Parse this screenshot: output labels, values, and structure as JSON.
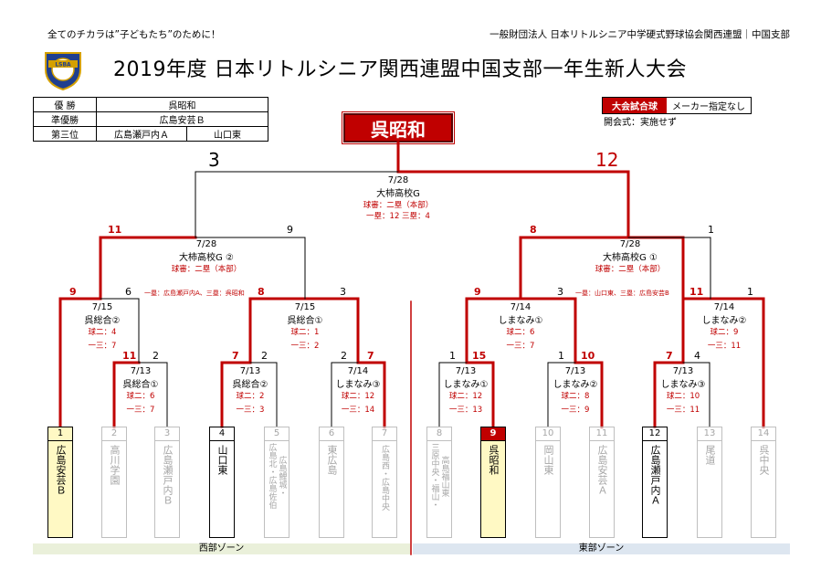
{
  "header": {
    "tagline": "全てのチカラは”子どもたち”のために！",
    "org": "一般財団法人 日本リトルシニア中学硬式野球協会関西連盟｜中国支部",
    "title": "2019年度 日本リトルシニア関西連盟中国支部一年生新人大会",
    "logo_text": "LSBA"
  },
  "results": {
    "l1": "優 勝",
    "v1": "呉昭和",
    "l2": "準優勝",
    "v2": "広島安芸Ｂ",
    "l3": "第三位",
    "v3a": "広島瀬戸内Ａ",
    "v3b": "山口東"
  },
  "ball": {
    "label": "大会試合球",
    "value": "メーカー指定なし",
    "ceremony": "開会式：実施せず"
  },
  "champion": "呉昭和",
  "final": {
    "left": "3",
    "right": "12",
    "date": "7/28",
    "venue": "大柿高校G",
    "umpire": "球審：二塁（本部）",
    "note": "一塁：12 三塁：4"
  },
  "semis": [
    {
      "sl": "11",
      "sr": "9",
      "date": "7/28",
      "venue": "大柿高校G ②",
      "umpire": "球審：二塁（本部）",
      "note": "一塁：広島瀬戸内A、三塁：呉昭和"
    },
    {
      "sl": "8",
      "sr": "1",
      "date": "7/28",
      "venue": "大柿高校G ①",
      "umpire": "球審：二塁（本部）",
      "note": "一塁：山口東、三塁：広島安芸B"
    }
  ],
  "quarters": [
    {
      "sl": "9",
      "sr": "6",
      "date": "7/15",
      "venue": "呉総合②",
      "umpire": "球二：4",
      "note": "一三：7"
    },
    {
      "sl": "8",
      "sr": "3",
      "date": "7/15",
      "venue": "呉総合①",
      "umpire": "球二：1",
      "note": "一三：2"
    },
    {
      "sl": "9",
      "sr": "3",
      "date": "7/14",
      "venue": "しまなみ①",
      "umpire": "球二：6",
      "note": "一三：7"
    },
    {
      "sl": "11",
      "sr": "1",
      "date": "7/14",
      "venue": "しまなみ②",
      "umpire": "球二：9",
      "note": "一三：11"
    }
  ],
  "firsts": [
    {
      "sl": "11",
      "sr": "2",
      "date": "7/13",
      "venue": "呉総合①",
      "umpire": "球二：6",
      "note": "一三：7"
    },
    {
      "sl": "7",
      "sr": "2",
      "date": "7/13",
      "venue": "呉総合②",
      "umpire": "球二：2",
      "note": "一三：3"
    },
    {
      "sl": "2",
      "sr": "7",
      "date": "7/14",
      "venue": "しまなみ③",
      "umpire": "球二：12",
      "note": "一三：14"
    },
    {
      "sl": "1",
      "sr": "15",
      "date": "7/13",
      "venue": "しまなみ①",
      "umpire": "球二：12",
      "note": "一三：13"
    },
    {
      "sl": "1",
      "sr": "10",
      "date": "7/13",
      "venue": "しまなみ②",
      "umpire": "球二：8",
      "note": "一三：9"
    },
    {
      "sl": "7",
      "sr": "4",
      "date": "7/13",
      "venue": "しまなみ③",
      "umpire": "球二：10",
      "note": "一三：11"
    }
  ],
  "teams": [
    {
      "no": "1",
      "name": "広島安芸Ｂ"
    },
    {
      "no": "2",
      "name": "高川学園"
    },
    {
      "no": "3",
      "name": "広島瀬戸内Ｂ"
    },
    {
      "no": "4",
      "name": "山口東"
    },
    {
      "no": "5",
      "name": "広島北・広島佐伯"
    },
    {
      "no": "5b",
      "name": "広島鯉城・"
    },
    {
      "no": "6",
      "name": "東広島"
    },
    {
      "no": "7",
      "name": "広島西・広島中央"
    },
    {
      "no": "8",
      "name": "高島福山東"
    },
    {
      "no": "8b",
      "name": "三原中央・福山・"
    },
    {
      "no": "9",
      "name": "呉昭和"
    },
    {
      "no": "10",
      "name": "岡山東"
    },
    {
      "no": "11",
      "name": "広島安芸Ａ"
    },
    {
      "no": "12",
      "name": "広島瀬戸内Ａ"
    },
    {
      "no": "13",
      "name": "尾道"
    },
    {
      "no": "14",
      "name": "呉中央"
    }
  ],
  "zones": {
    "west": "西部ゾーン",
    "east": "東部ゾーン"
  },
  "colors": {
    "accent": "#c00000",
    "lost": "#bfbfbf",
    "win_fill": "#fff9c4"
  }
}
